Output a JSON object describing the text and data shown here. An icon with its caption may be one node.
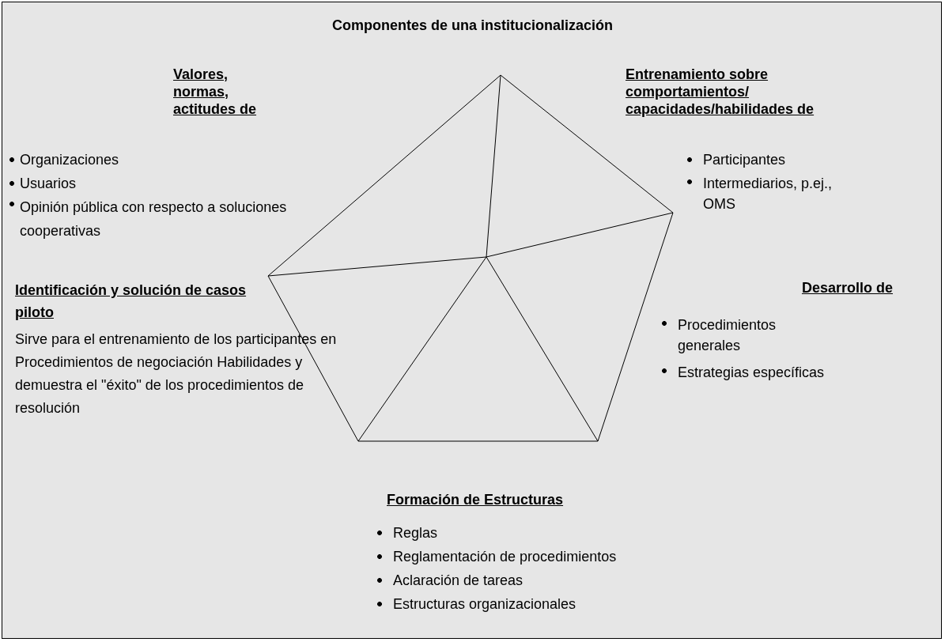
{
  "diagram": {
    "title": "Componentes de una institucionalización",
    "labels": [
      "Valores, normas, actitudes de",
      "Entrenamiento sobre comportamientos/ capacidades/habilidades de",
      "Organizaciones",
      "Usuarios",
      "Opinión pública con respecto a soluciones cooperativas",
      "Participantes",
      "Intermediarios, p.ej., OMS",
      "Identificación y solución de casos piloto",
      "Desarrollo de",
      "Sirve para el entrenamiento de los participantes en Procedimientos de negociación Habilidades y demuestra el \"éxito\" de los procedimientos de resolución",
      "Procedimientos generales",
      "Estrategias específicas",
      "Formación de Estructuras",
      "Reglas",
      "Reglamentación de procedimientos",
      "Aclaración de tareas",
      "Estructuras organizacionales"
    ]
  }
}
